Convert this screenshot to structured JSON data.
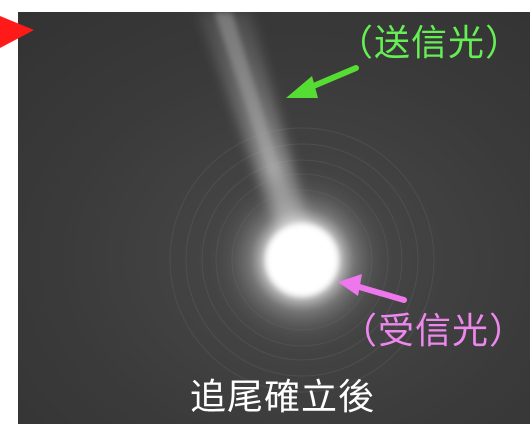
{
  "labels": {
    "transmitted_light": "（送信光）",
    "received_light": "（受信光）",
    "caption": "追尾確立後"
  },
  "colors": {
    "transmitted_label": "#66ee55",
    "received_label": "#ee88ee",
    "marker": "#ff1a1a",
    "background": "#3a3a3a"
  },
  "icons": {
    "transmitted_arrow": "arrow-down-left-icon",
    "received_arrow": "arrow-up-left-icon",
    "corner_marker": "triangle-right-icon"
  }
}
